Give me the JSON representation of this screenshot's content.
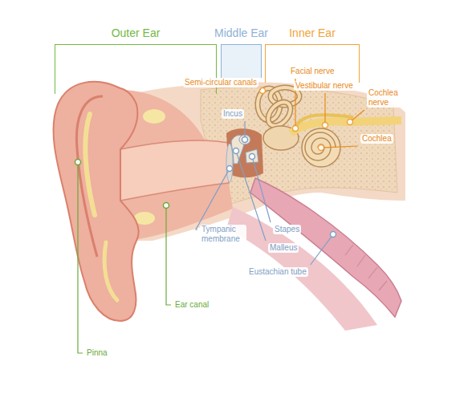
{
  "diagram": {
    "nodes": [
      {
        "text": [
          "Outer Ear"
        ]
      },
      {
        "text": [
          "Middle Ear"
        ]
      },
      {
        "text": [
          "Inner Ear"
        ]
      }
    ],
    "labels": [
      "Semi-circular canals",
      "Facial nerve",
      "Vestibular nerve",
      "Cochlea nerve",
      "Cochlea",
      "Incus",
      "Tympanic membrane",
      "Stapes",
      "Malleus",
      "Eustachian tube",
      "Ear canal",
      "Pinna"
    ]
  }
}
